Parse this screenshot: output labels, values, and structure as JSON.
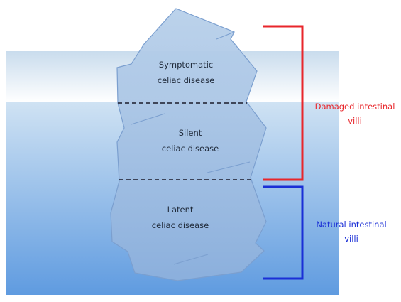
{
  "layers": [
    {
      "line1": "Symptomatic",
      "line2": "celiac disease"
    },
    {
      "line1": "Silent",
      "line2": "celiac disease"
    },
    {
      "line1": "Latent",
      "line2": "celiac disease"
    }
  ],
  "brackets": {
    "damaged": {
      "line1": "Damaged intestinal",
      "line2": "villi",
      "color": "#e8262b"
    },
    "natural": {
      "line1": "Natural intestinal",
      "line2": "villi",
      "color": "#1a2fd6"
    }
  },
  "colors": {
    "water_top": "#cfe2f3",
    "water_bottom": "#5f9be0",
    "ice": "#9bbbe0",
    "ice_edge": "#6f95c8"
  }
}
